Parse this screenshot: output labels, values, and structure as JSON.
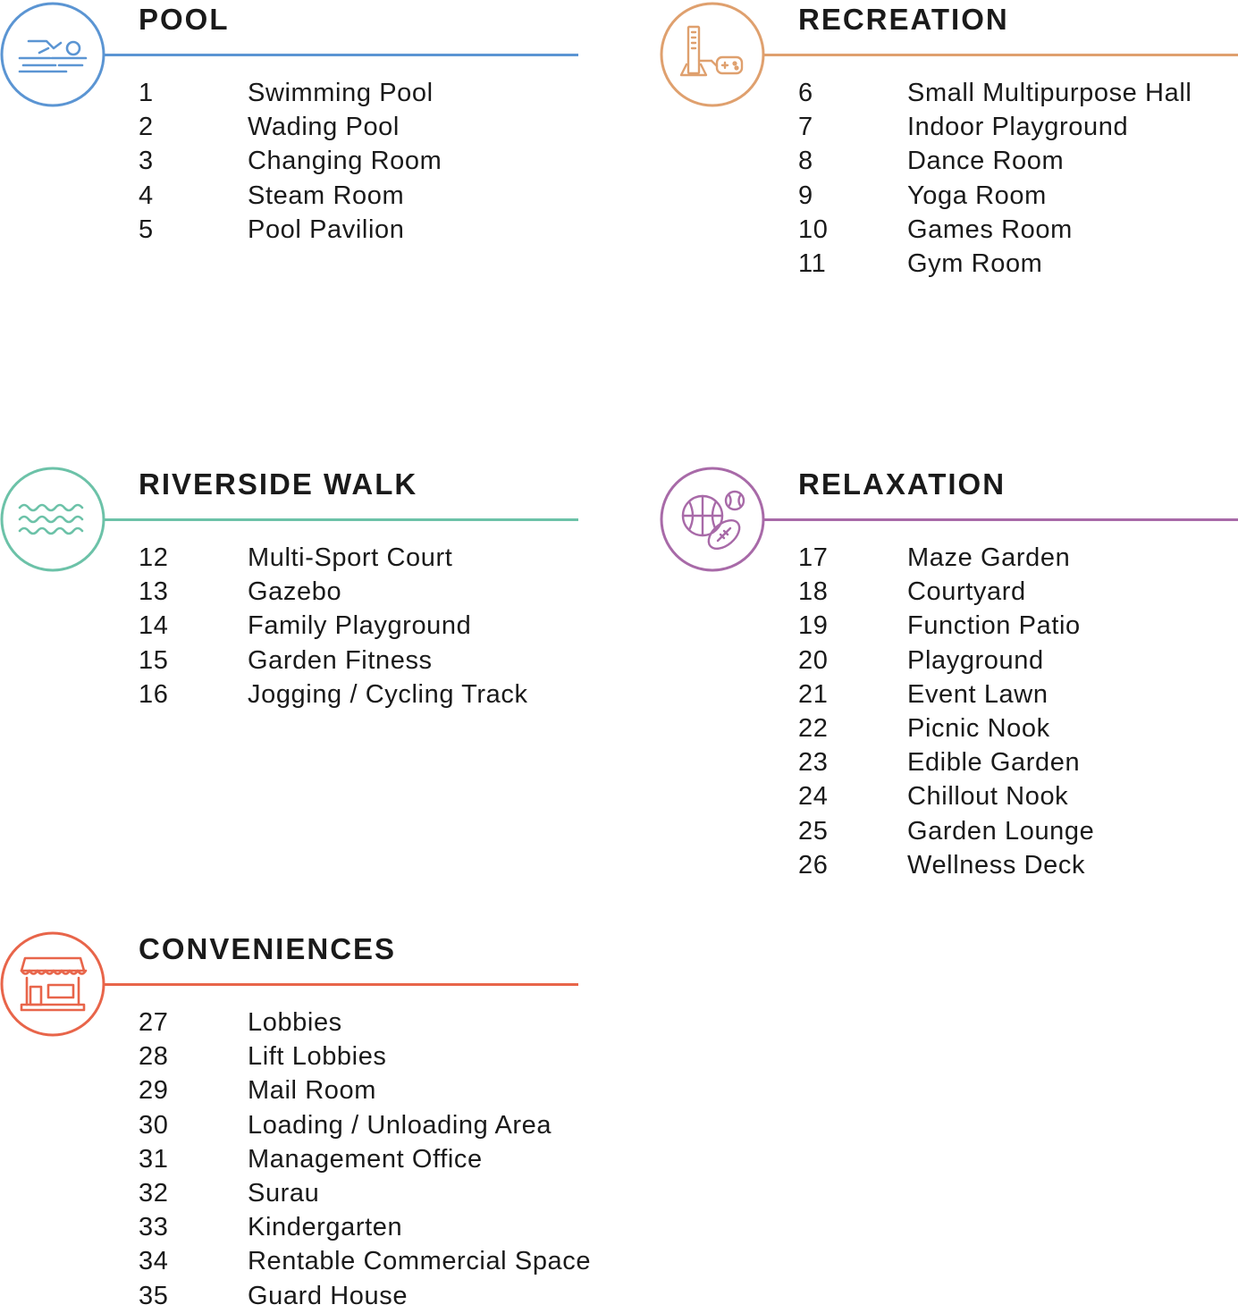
{
  "sections": {
    "pool": {
      "title": "POOL",
      "color": "#5b95d3",
      "icon": "swimmer-icon",
      "items": [
        {
          "num": "1",
          "label": "Swimming Pool"
        },
        {
          "num": "2",
          "label": "Wading Pool"
        },
        {
          "num": "3",
          "label": "Changing Room"
        },
        {
          "num": "4",
          "label": "Steam Room"
        },
        {
          "num": "5",
          "label": "Pool Pavilion"
        }
      ]
    },
    "recreation": {
      "title": "RECREATION",
      "color": "#dfa06e",
      "icon": "game-controller-icon",
      "items": [
        {
          "num": "6",
          "label": "Small Multipurpose Hall"
        },
        {
          "num": "7",
          "label": "Indoor Playground"
        },
        {
          "num": "8",
          "label": "Dance Room"
        },
        {
          "num": "9",
          "label": "Yoga Room"
        },
        {
          "num": "10",
          "label": "Games Room"
        },
        {
          "num": "11",
          "label": "Gym Room"
        }
      ]
    },
    "riverside": {
      "title": "RIVERSIDE WALK",
      "color": "#6cc2a8",
      "icon": "waves-icon",
      "items": [
        {
          "num": "12",
          "label": "Multi-Sport Court"
        },
        {
          "num": "13",
          "label": "Gazebo"
        },
        {
          "num": "14",
          "label": "Family Playground"
        },
        {
          "num": "15",
          "label": "Garden Fitness"
        },
        {
          "num": "16",
          "label": "Jogging / Cycling Track"
        }
      ]
    },
    "relaxation": {
      "title": "RELAXATION",
      "color": "#a86aa8",
      "icon": "sports-balls-icon",
      "items": [
        {
          "num": "17",
          "label": "Maze Garden"
        },
        {
          "num": "18",
          "label": "Courtyard"
        },
        {
          "num": "19",
          "label": "Function Patio"
        },
        {
          "num": "20",
          "label": "Playground"
        },
        {
          "num": "21",
          "label": "Event Lawn"
        },
        {
          "num": "22",
          "label": "Picnic Nook"
        },
        {
          "num": "23",
          "label": "Edible Garden"
        },
        {
          "num": "24",
          "label": "Chillout Nook"
        },
        {
          "num": "25",
          "label": "Garden Lounge"
        },
        {
          "num": "26",
          "label": "Wellness Deck"
        }
      ]
    },
    "conveniences": {
      "title": "CONVENIENCES",
      "color": "#e8654a",
      "icon": "storefront-icon",
      "items": [
        {
          "num": "27",
          "label": "Lobbies"
        },
        {
          "num": "28",
          "label": "Lift Lobbies"
        },
        {
          "num": "29",
          "label": "Mail Room"
        },
        {
          "num": "30",
          "label": "Loading / Unloading Area"
        },
        {
          "num": "31",
          "label": "Management Office"
        },
        {
          "num": "32",
          "label": "Surau"
        },
        {
          "num": "33",
          "label": "Kindergarten"
        },
        {
          "num": "34",
          "label": "Rentable Commercial Space"
        },
        {
          "num": "35",
          "label": "Guard House"
        }
      ]
    }
  }
}
